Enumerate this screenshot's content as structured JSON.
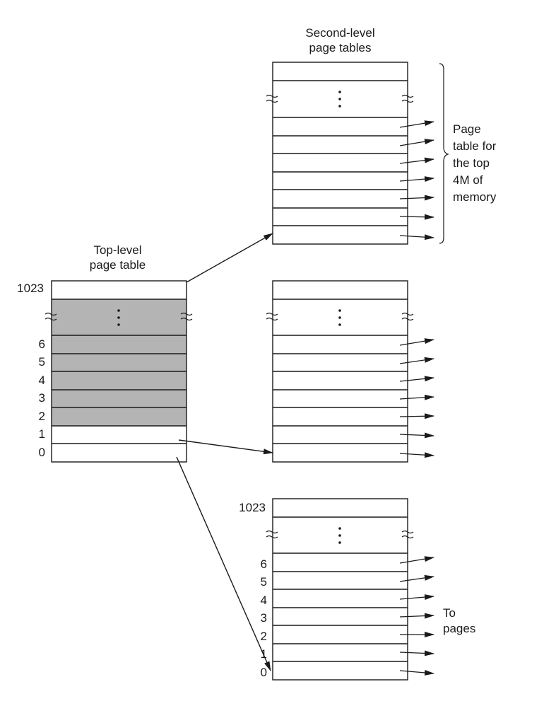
{
  "labels": {
    "second_level_title_line1": "Second-level",
    "second_level_title_line2": "page tables",
    "top_level_title_line1": "Top-level",
    "top_level_title_line2": "page table",
    "bracket_note": [
      "Page",
      "table for",
      "the top",
      "4M of",
      "memory"
    ],
    "to_pages_line1": "To",
    "to_pages_line2": "pages"
  },
  "top_level_table": {
    "top_index": "1023",
    "indices": [
      "6",
      "5",
      "4",
      "3",
      "2",
      "1",
      "0"
    ],
    "ellipsis": "⋮"
  },
  "bottom_table": {
    "top_index": "1023",
    "indices": [
      "6",
      "5",
      "4",
      "3",
      "2",
      "1",
      "0"
    ]
  },
  "colors": {
    "line": "#1a1a1a",
    "shaded_entry": "#b4b4b4",
    "background": "#ffffff"
  }
}
